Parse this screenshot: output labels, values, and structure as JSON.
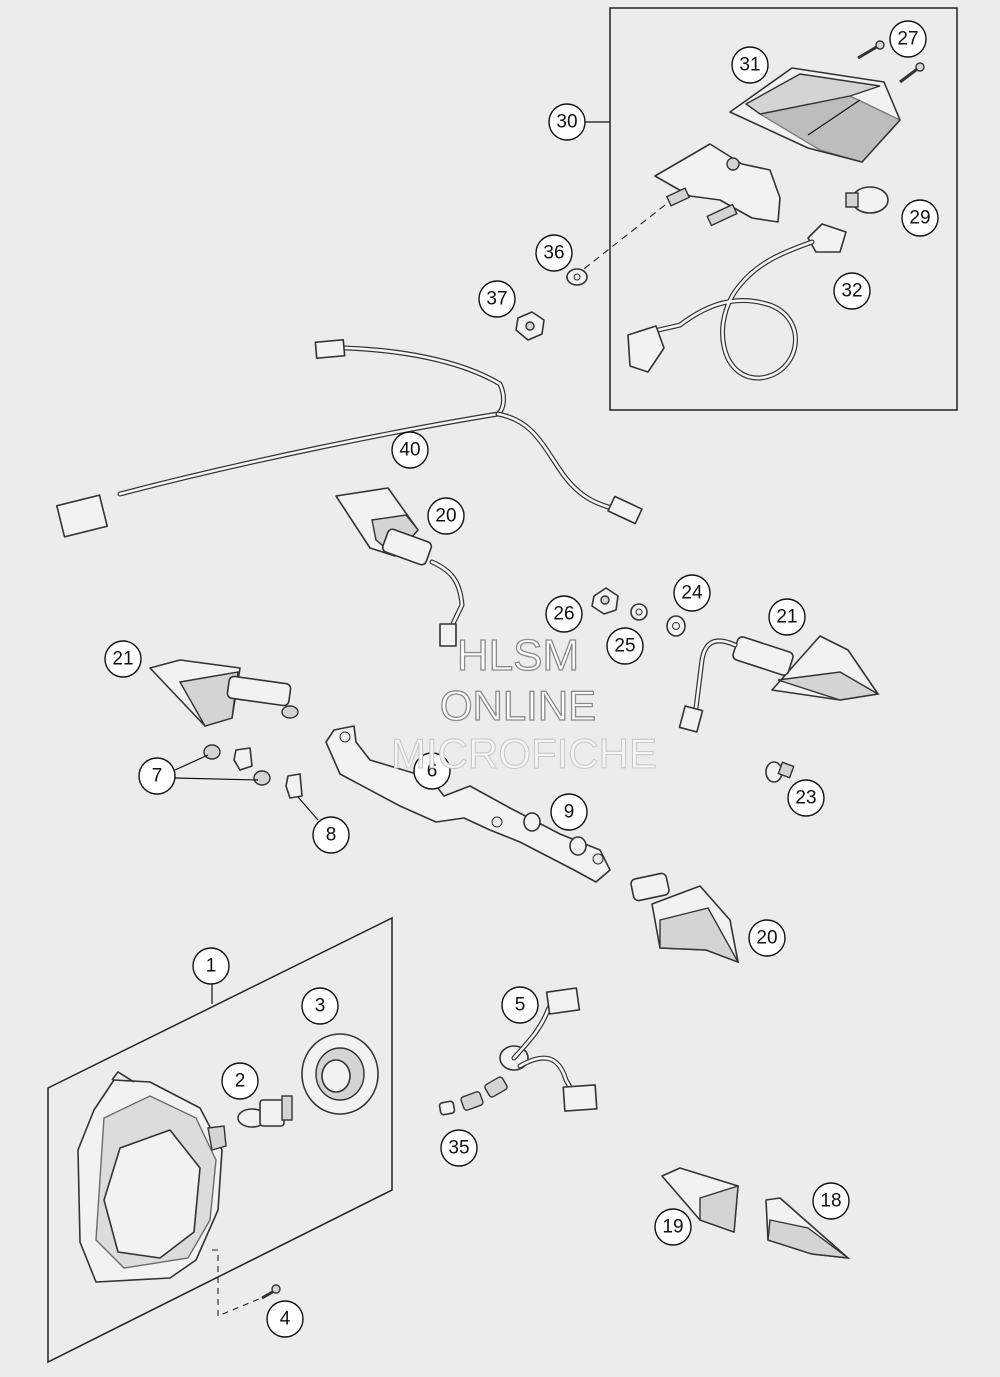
{
  "watermark": {
    "line1": "HLSM",
    "line2": "ONLINE",
    "line3": "MICROFICHE"
  },
  "callouts": [
    {
      "id": "c1",
      "label": "1"
    },
    {
      "id": "c2",
      "label": "2"
    },
    {
      "id": "c3",
      "label": "3"
    },
    {
      "id": "c4",
      "label": "4"
    },
    {
      "id": "c5",
      "label": "5"
    },
    {
      "id": "c6",
      "label": "6"
    },
    {
      "id": "c7",
      "label": "7"
    },
    {
      "id": "c8",
      "label": "8"
    },
    {
      "id": "c9",
      "label": "9"
    },
    {
      "id": "c18",
      "label": "18"
    },
    {
      "id": "c19",
      "label": "19"
    },
    {
      "id": "c20a",
      "label": "20"
    },
    {
      "id": "c20b",
      "label": "20"
    },
    {
      "id": "c21a",
      "label": "21"
    },
    {
      "id": "c21b",
      "label": "21"
    },
    {
      "id": "c23",
      "label": "23"
    },
    {
      "id": "c24",
      "label": "24"
    },
    {
      "id": "c25",
      "label": "25"
    },
    {
      "id": "c26",
      "label": "26"
    },
    {
      "id": "c27",
      "label": "27"
    },
    {
      "id": "c29",
      "label": "29"
    },
    {
      "id": "c30",
      "label": "30"
    },
    {
      "id": "c31",
      "label": "31"
    },
    {
      "id": "c32",
      "label": "32"
    },
    {
      "id": "c35",
      "label": "35"
    },
    {
      "id": "c36",
      "label": "36"
    },
    {
      "id": "c37",
      "label": "37"
    },
    {
      "id": "c40",
      "label": "40"
    }
  ]
}
